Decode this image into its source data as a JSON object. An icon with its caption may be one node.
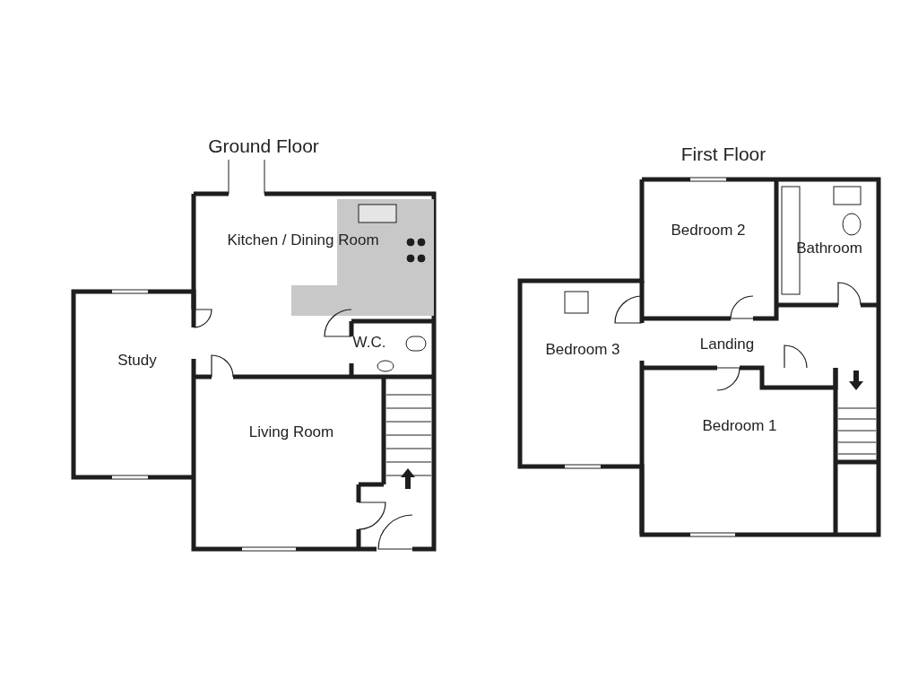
{
  "diagram": {
    "nodes": [
      {
        "text": [
          "Kitchen / Dining Room"
        ]
      },
      {
        "text": [
          "Study"
        ]
      },
      {
        "text": [
          "W.C."
        ]
      },
      {
        "text": [
          "Living Room"
        ]
      },
      {
        "text": [
          "Bedroom 2"
        ]
      },
      {
        "text": [
          "Bathroom"
        ]
      },
      {
        "text": [
          "Bedroom 3"
        ]
      },
      {
        "text": [
          "Landing"
        ]
      },
      {
        "text": [
          "Bedroom 1"
        ]
      }
    ],
    "labels": [
      "Ground Floor",
      "First Floor"
    ]
  }
}
